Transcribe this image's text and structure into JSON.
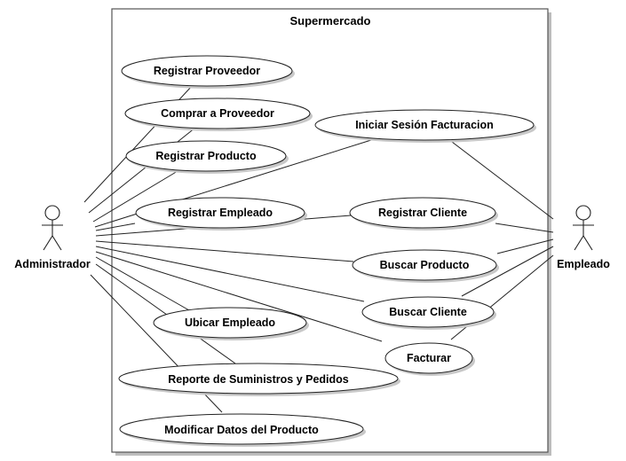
{
  "system": {
    "title": "Supermercado"
  },
  "actors": {
    "administrador": "Administrador",
    "empleado": "Empleado"
  },
  "use_cases": {
    "registrar_proveedor": "Registrar Proveedor",
    "comprar_a_proveedor": "Comprar a Proveedor",
    "registrar_producto": "Registrar Producto",
    "registrar_empleado": "Registrar Empleado",
    "ubicar_empleado": "Ubicar Empleado",
    "reporte_suministros": "Reporte de Suministros y Pedidos",
    "modificar_datos_producto": "Modificar Datos del  Producto",
    "iniciar_sesion": "Iniciar Sesión Facturacion",
    "registrar_cliente": "Registrar Cliente",
    "buscar_producto": "Buscar Producto",
    "buscar_cliente": "Buscar Cliente",
    "facturar": "Facturar"
  },
  "colors": {
    "line": "#222222",
    "shadow": "#c8c8c8",
    "background": "#ffffff"
  }
}
